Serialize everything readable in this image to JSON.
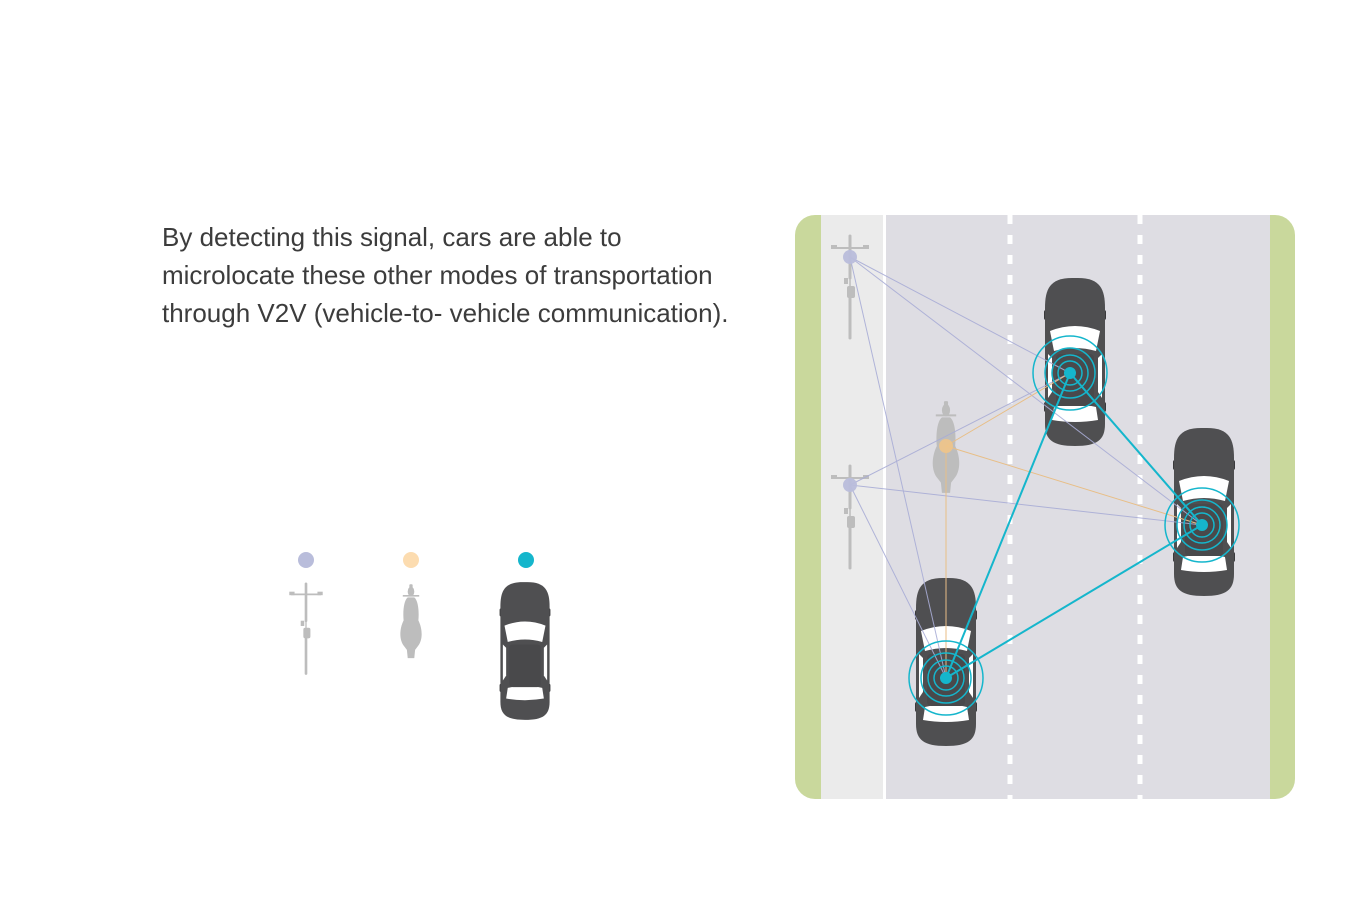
{
  "description": {
    "lines": [
      "By detecting this signal, cars are able to",
      "microlocate these other modes of transportation",
      "through V2V (vehicle-to- vehicle communication)."
    ]
  },
  "colors": {
    "bicycle_signal": "#b9bddb",
    "motorcycle_signal": "#fcdcb0",
    "car_signal": "#15b6cc",
    "grass": "#c9d89c",
    "bike_lane": "#ebebeb",
    "road": "#dedde3",
    "car_body": "#4f4f51",
    "two_wheeler": "#bdbdbd"
  },
  "legend": {
    "items": [
      {
        "vehicle": "bicycle",
        "signal_color": "#b9bddb"
      },
      {
        "vehicle": "motorcycle",
        "signal_color": "#fcdcb0"
      },
      {
        "vehicle": "car",
        "signal_color": "#15b6cc"
      }
    ]
  },
  "diagram": {
    "bicycles": 2,
    "motorcycles": 1,
    "cars": 3
  }
}
